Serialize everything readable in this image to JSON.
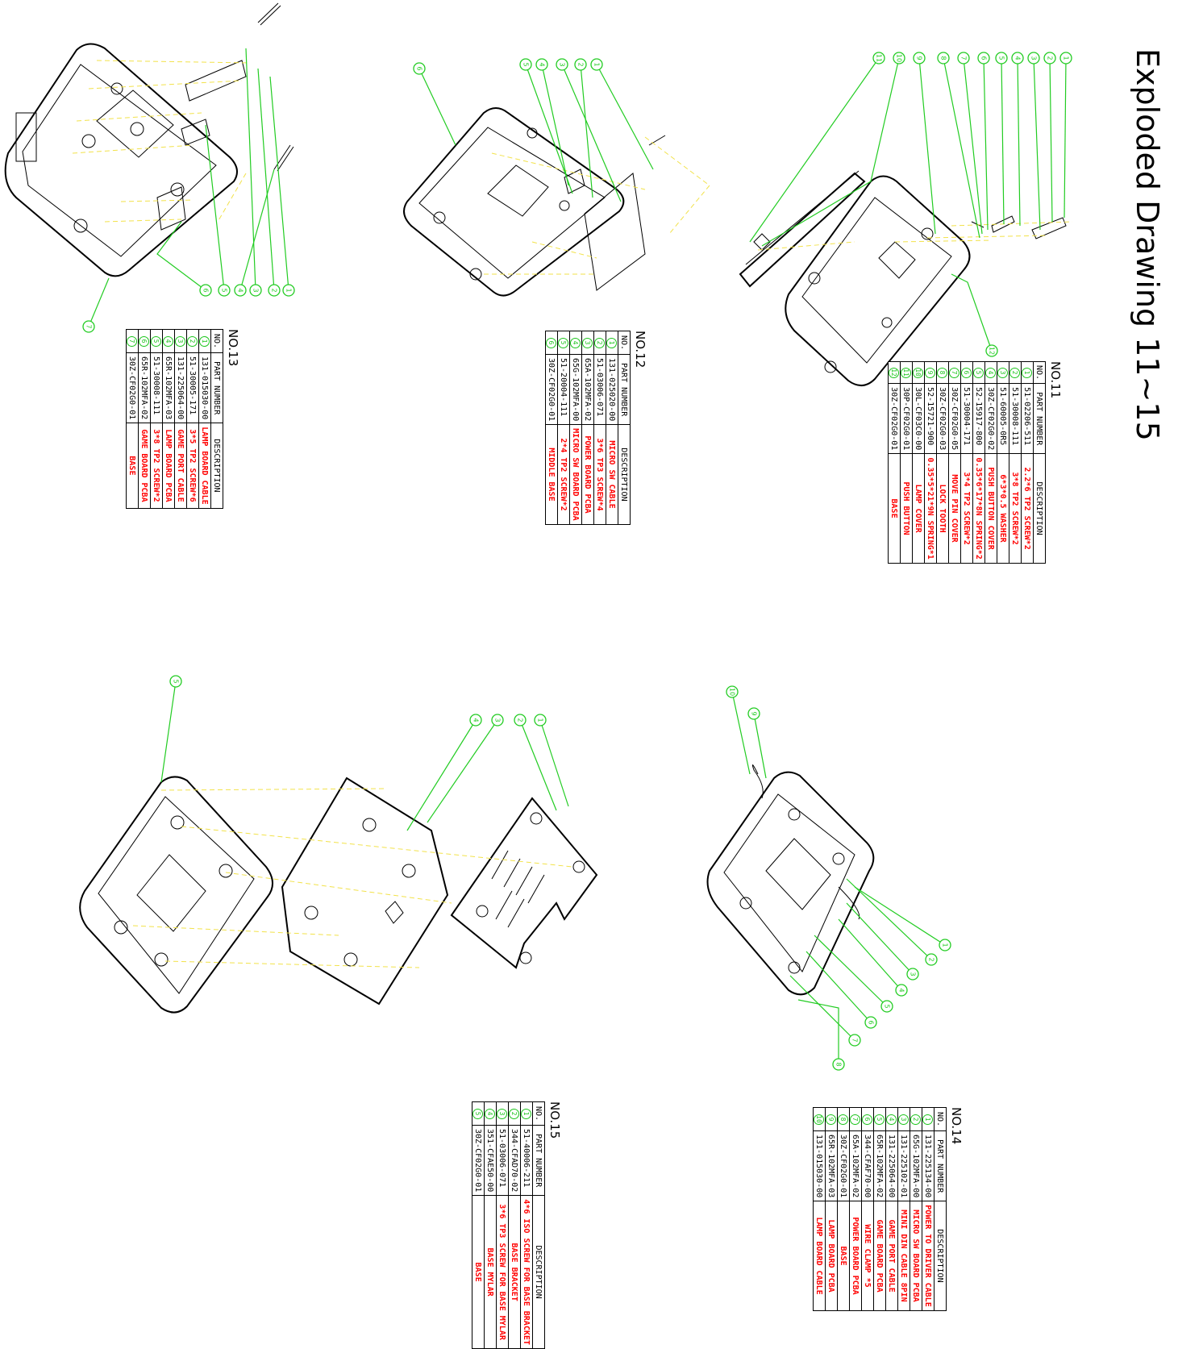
{
  "title": "Exploded Drawing 11~15",
  "tables": [
    {
      "label": "NO.11",
      "headers": {
        "no": "NO.",
        "part": "PART NUMBER",
        "desc": "DESCRIPTION"
      },
      "rows": [
        {
          "no": "1",
          "part": "51-02206-511",
          "desc": "2.2*6 TP2 SCREW*2"
        },
        {
          "no": "2",
          "part": "51-30008-111",
          "desc": "3*8 TP2 SCREW*2"
        },
        {
          "no": "3",
          "part": "51-60005-0R5",
          "desc": "6*3*0.5 WASHER"
        },
        {
          "no": "4",
          "part": "30Z-CF02G0-02",
          "desc": "PUSH BUTTON COVER"
        },
        {
          "no": "5",
          "part": "52-15917-800",
          "desc": "0.35*6*17*8N SPRING*2"
        },
        {
          "no": "6",
          "part": "51-30004-171",
          "desc": "3*4 TP2 SCREW*2"
        },
        {
          "no": "7",
          "part": "30Z-CF02G0-05",
          "desc": "MOVE PIN COVER"
        },
        {
          "no": "8",
          "part": "30Z-CF02G0-03",
          "desc": "LOCK TOOTH"
        },
        {
          "no": "9",
          "part": "52-15721-900",
          "desc": "0.35*5*21*9N SPRING*1"
        },
        {
          "no": "10",
          "part": "30L-CF03C0-00",
          "desc": "LAMP COVER"
        },
        {
          "no": "11",
          "part": "30P-CF02G0-01",
          "desc": "PUSH BUTTON"
        },
        {
          "no": "12",
          "part": "30Z-CF02G0-01",
          "desc": "BASE"
        }
      ]
    },
    {
      "label": "NO.12",
      "headers": {
        "no": "NO.",
        "part": "PART NUMBER",
        "desc": "DESCRIPTION"
      },
      "rows": [
        {
          "no": "1",
          "part": "131-025020-00",
          "desc": "MICRO SW CABLE"
        },
        {
          "no": "2",
          "part": "51-03006-071",
          "desc": "3*6 TP3 SCREW*4"
        },
        {
          "no": "3",
          "part": "65A-102MFA-02",
          "desc": "POWER BOARD PCBA"
        },
        {
          "no": "4",
          "part": "65G-102MFA-00",
          "desc": "MICRO SW BOARD PCBA"
        },
        {
          "no": "5",
          "part": "51-20004-111",
          "desc": "2*4 TP2 SCREW*2"
        },
        {
          "no": "6",
          "part": "30Z-CF02G0-01",
          "desc": "MIDDLE BASE"
        }
      ]
    },
    {
      "label": "NO.13",
      "headers": {
        "no": "NO.",
        "part": "PART NUMBER",
        "desc": "DESCRIPTION"
      },
      "rows": [
        {
          "no": "1",
          "part": "131-015030-00",
          "desc": "LAMP BOARD CABLE"
        },
        {
          "no": "2",
          "part": "51-30005-171",
          "desc": "3*5 TP2 SCREW*6"
        },
        {
          "no": "3",
          "part": "131-225064-00",
          "desc": "GAME PORT CABLE"
        },
        {
          "no": "4",
          "part": "65R-102MFA-03",
          "desc": "LAMP BOARD PCBA"
        },
        {
          "no": "5",
          "part": "51-30008-111",
          "desc": "3*8 TP2 SCREW*2"
        },
        {
          "no": "6",
          "part": "65R-102MFA-02",
          "desc": "GAME BOARD PCBA"
        },
        {
          "no": "7",
          "part": "30Z-CF02G0-01",
          "desc": "BASE"
        }
      ]
    },
    {
      "label": "NO.14",
      "headers": {
        "no": "NO.",
        "part": "PART NUMBER",
        "desc": "DESCRIPTION"
      },
      "rows": [
        {
          "no": "1",
          "part": "131-225134-00",
          "desc": "POWER TO DRIVER CABLE"
        },
        {
          "no": "2",
          "part": "65G-102MFA-00",
          "desc": "MICRO SW BOARD PCBA"
        },
        {
          "no": "3",
          "part": "131-225102-01",
          "desc": "MINI DIN CABLE 8PIN"
        },
        {
          "no": "4",
          "part": "131-225064-00",
          "desc": "GAME PORT CABLE"
        },
        {
          "no": "5",
          "part": "65R-102MFA-02",
          "desc": "GAME BOARD PCBA"
        },
        {
          "no": "6",
          "part": "344-CFAF70-00",
          "desc": "WIRE CLAMP *5"
        },
        {
          "no": "7",
          "part": "65A-102MFA-02",
          "desc": "POWER BOARD PCBA"
        },
        {
          "no": "8",
          "part": "30Z-CF02G0-01",
          "desc": "BASE"
        },
        {
          "no": "9",
          "part": "65R-102MFA-03",
          "desc": "LAMP BOARD PCBA"
        },
        {
          "no": "10",
          "part": "131-015030-00",
          "desc": "LAMP BOARD CABLE"
        }
      ]
    },
    {
      "label": "NO.15",
      "headers": {
        "no": "NO.",
        "part": "PART NUMBER",
        "desc": "DESCRIPTION"
      },
      "rows": [
        {
          "no": "1",
          "part": "51-40006-211",
          "desc": "4*6 ISO SCREW FOR BASE BRACKET"
        },
        {
          "no": "2",
          "part": "344-CFAD70-02",
          "desc": "BASE BRACKET"
        },
        {
          "no": "3",
          "part": "51-03006-071",
          "desc": "3*6 TP3 SCREW FOR BASE MYLAR"
        },
        {
          "no": "4",
          "part": "351-CFAE50-00",
          "desc": "BASE MYLAR"
        },
        {
          "no": "5",
          "part": "30Z-CF02G0-01",
          "desc": "BASE"
        }
      ]
    }
  ],
  "balloons": {
    "d11": [
      "1",
      "2",
      "3",
      "4",
      "5",
      "6",
      "7",
      "8",
      "9",
      "10",
      "11",
      "12"
    ],
    "d12": [
      "1",
      "2",
      "3",
      "4",
      "5",
      "6"
    ],
    "d13": [
      "1",
      "2",
      "3",
      "4",
      "5",
      "6",
      "7"
    ],
    "d14": [
      "1",
      "2",
      "3",
      "4",
      "5",
      "6",
      "7",
      "8",
      "9",
      "10"
    ],
    "d15": [
      "1",
      "2",
      "3",
      "4",
      "5"
    ]
  },
  "colors": {
    "balloon": "#22cc22",
    "description": "#ff0000",
    "leader": "#f2e24a"
  }
}
